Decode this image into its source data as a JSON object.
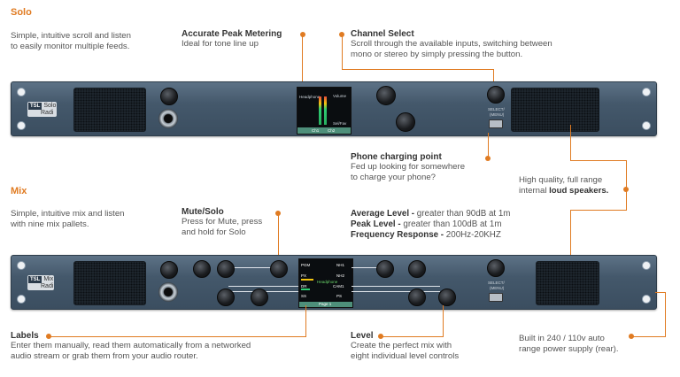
{
  "solo": {
    "title": "Solo",
    "desc_1": "Simple, intuitive scroll and listen",
    "desc_2": "to easily monitor multiple feeds.",
    "peak_title": "Accurate Peak Metering",
    "peak_desc": "Ideal for tone line up",
    "channel_title": "Channel Select",
    "channel_desc_1": "Scroll through the available inputs, switching between",
    "channel_desc_2": "mono or stereo by simply pressing the button.",
    "phone_title": "Phone charging point",
    "phone_desc_1": "Fed up looking for somewhere",
    "phone_desc_2": "to charge your phone?",
    "speakers_1": "High quality, full range",
    "speakers_2_pre": "internal ",
    "speakers_2_bold": "loud speakers.",
    "device_logo_brand": "TSL",
    "device_logo_line1": "Solo",
    "device_logo_line2": "Radi",
    "screen_label_left": "Headphone",
    "screen_label_right": "Volume",
    "screen_label_bottom": "Sel/Fav",
    "screen_footer_left": "Ch1",
    "screen_footer_right": "Ch2",
    "select_label_1": "SELECT/",
    "select_label_2": "(MENU)"
  },
  "mix": {
    "title": "Mix",
    "desc_1": "Simple, intuitive mix and listen",
    "desc_2": "with nine mix pallets.",
    "mute_title": "Mute/Solo",
    "mute_desc_1": "Press for Mute, press",
    "mute_desc_2": "and hold for Solo",
    "avg_label": "Average Level - ",
    "avg_value": "greater than 90dB at 1m",
    "peak_label": "Peak Level - ",
    "peak_value": "greater than 100dB at 1m",
    "freq_label": "Frequency Response - ",
    "freq_value": "200Hz-20KHZ",
    "labels_title": "Labels",
    "labels_desc_1": "Enter them manually, read them automatically from a networked",
    "labels_desc_2": "audio stream or grab them from your audio router.",
    "level_title": "Level",
    "level_desc_1": "Create the perfect mix with",
    "level_desc_2": "eight individual level controls",
    "power_1": "Built in 240 / 110v auto",
    "power_2": "range power supply (rear).",
    "device_logo_brand": "TSL",
    "device_logo_line1": "Mix",
    "device_logo_line2": "Radi",
    "screen_labels": [
      "PGM",
      "NH1",
      "PX",
      "NH2",
      "DR",
      "CAM1",
      "SS",
      "PS"
    ],
    "screen_center": "Headphone",
    "screen_footer": "Page 1",
    "select_label_1": "SELECT/",
    "select_label_2": "(MENU)"
  },
  "colors": {
    "accent": "#e07b22",
    "panel": "#44586b",
    "grille": "#1f272f"
  }
}
